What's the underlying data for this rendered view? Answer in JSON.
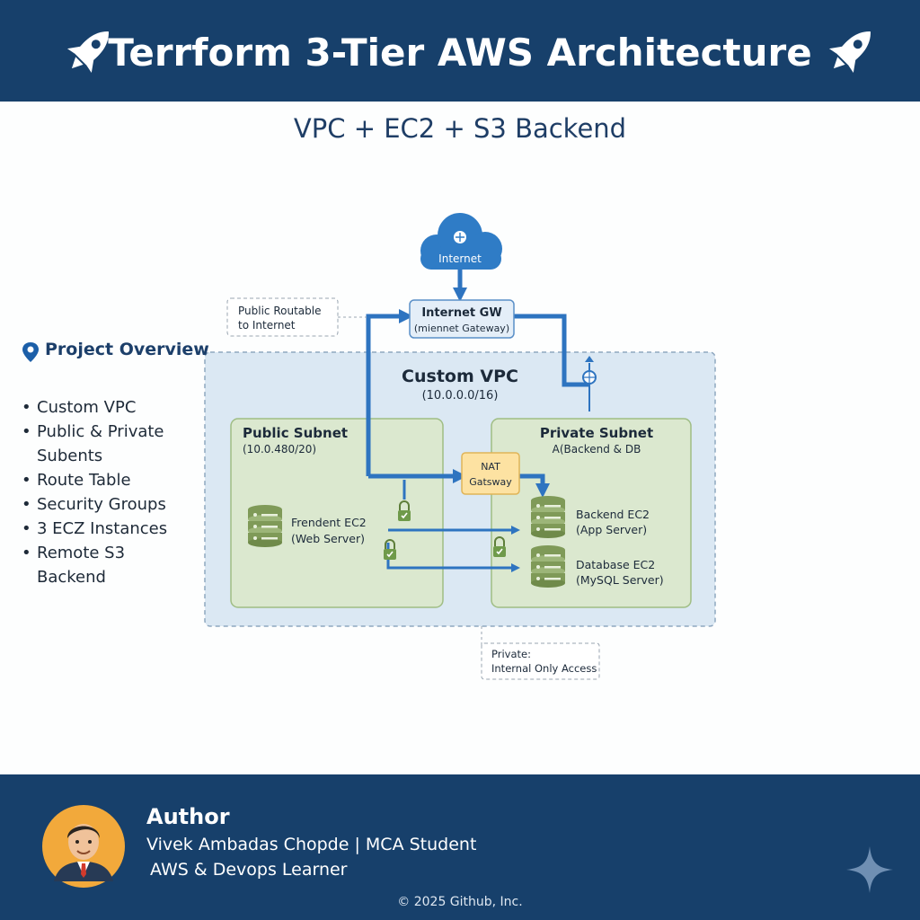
{
  "header": {
    "title": "Terrform 3-Tier AWS Architecture"
  },
  "subtitle": "VPC + EC2 + S3 Backend",
  "diagram": {
    "internet": "Internet",
    "igw_title": "Internet GW",
    "igw_subtitle": "(miennet Gateway)",
    "public_note_line1": "Public Routable",
    "public_note_line2": "to Internet",
    "vpc_title": "Custom VPC",
    "vpc_cidr": "(10.0.0.0/16)",
    "public_subnet_title": "Public Subnet",
    "public_subnet_cidr": "(10.0.480/20)",
    "private_subnet_title": "Private Subnet",
    "private_subnet_subtitle": "A(Backend & DB",
    "nat_line1": "NAT",
    "nat_line2": "Gatsway",
    "frontend_line1": "Frendent EC2",
    "frontend_line2": "(Web Server)",
    "backend_line1": "Backend EC2",
    "backend_line2": "(App Server)",
    "database_line1": "Database EC2",
    "database_line2": "(MySQL Server)",
    "private_note_line1": "Private:",
    "private_note_line2": "Internal Only Access"
  },
  "overview": {
    "title": "Project Overview",
    "items": [
      "Custom VPC",
      "Public & Private",
      "Subents",
      "Route Table",
      "Security Groups",
      "3 ECZ Instances",
      "Remote S3",
      "Backend"
    ]
  },
  "footer": {
    "heading": "Author",
    "name": "Vivek Ambadas Chopde | MCA Student",
    "role": "AWS & Devops Learner",
    "copyright": "© 2025 Github, Inc."
  },
  "colors": {
    "navy": "#17406b",
    "arrow": "#2e74c0",
    "vpc_fill": "#dbe8f3",
    "subnet_fill": "#dbe8cf",
    "nat_fill": "#fde2a2",
    "db_icon": "#7f9a58"
  },
  "icons": [
    "rocket-icon",
    "cloud-icon",
    "globe-icon",
    "server-icon",
    "lock-icon",
    "location-pin-icon",
    "avatar",
    "sparkle-icon"
  ]
}
